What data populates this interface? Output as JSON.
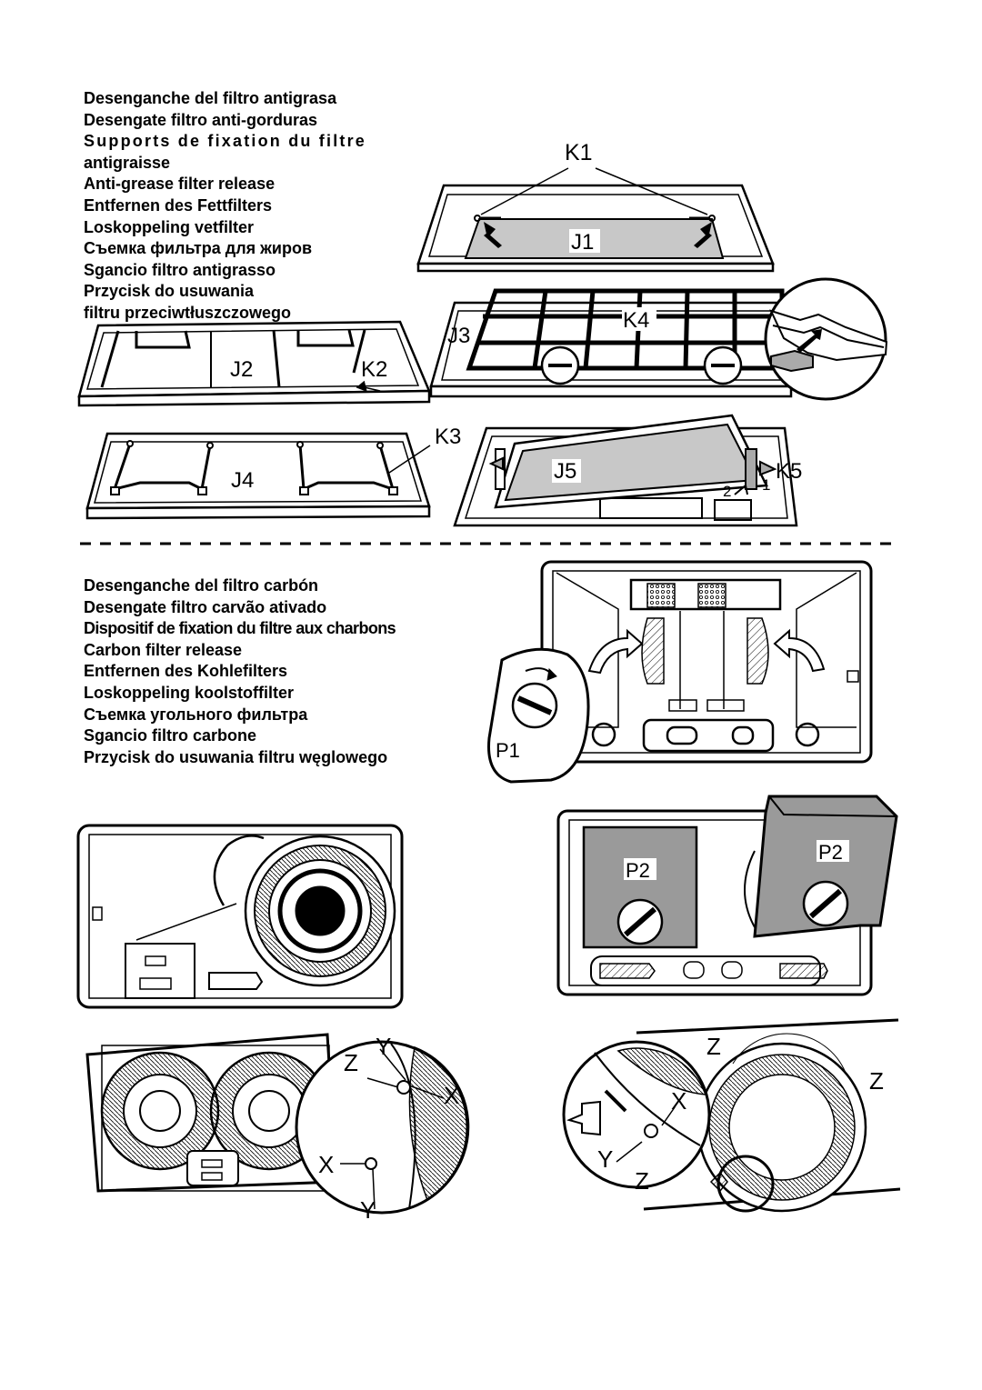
{
  "anti_grease_section": {
    "captions": [
      "Desenganche del filtro antigrasa",
      "Desengate filtro anti-gorduras",
      "Supports de fixation du filtre",
      "antigraisse",
      "Anti-grease filter release",
      "Entfernen des Fettfilters",
      "Loskoppeling vetfilter",
      "Съемка фильтра для жиров",
      "Sgancio filtro antigrasso",
      "Przycisk do usuwania",
      "filtru przeciwtłuszczowego"
    ],
    "labels": {
      "k1": "K1",
      "j1": "J1",
      "j2": "J2",
      "k2": "K2",
      "j3": "J3",
      "k4": "K4",
      "k3": "K3",
      "j4": "J4",
      "j5": "J5",
      "k5": "K5",
      "n2": "2",
      "n1": "1"
    }
  },
  "carbon_section": {
    "captions": [
      "Desenganche del filtro carbón",
      "Desengate filtro carvão ativado",
      "Dispositif de fixation du filtre aux charbons",
      "Carbon filter release",
      "Entfernen des Kohlefilters",
      "Loskoppeling koolstoffilter",
      "Съемка угольного фильтра",
      "Sgancio filtro carbone",
      "Przycisk do usuwania filtru węglowego"
    ],
    "labels": {
      "p1": "P1",
      "p2a": "P2",
      "p2b": "P2",
      "y_top": "Y",
      "z_left": "Z",
      "x_right": "X",
      "x_left": "X",
      "y_bottom": "Y",
      "z_top": "Z",
      "z_right": "Z",
      "x_mid": "X",
      "y_mid": "Y",
      "z_mid": "Z"
    }
  }
}
